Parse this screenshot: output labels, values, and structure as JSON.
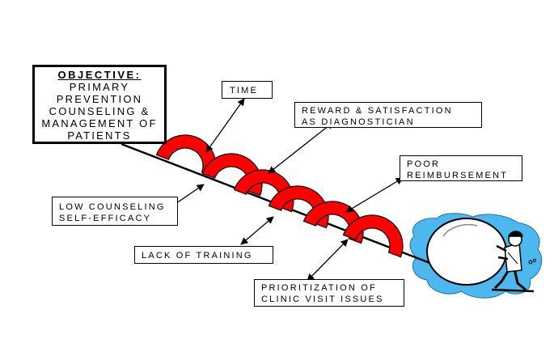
{
  "objective": {
    "title": "OBJECTIVE:",
    "lines": [
      "PRIMARY",
      "PREVENTION",
      "COUNSELING &",
      "MANAGEMENT OF",
      "PATIENTS"
    ]
  },
  "labels": {
    "time": [
      "TIME"
    ],
    "reward": [
      "REWARD & SATISFACTION",
      "AS DIAGNOSTICIAN"
    ],
    "reimbursement": [
      "POOR",
      "REIMBURSEMENT"
    ],
    "self_efficacy": [
      "LOW COUNSELING",
      "SELF-EFFICACY"
    ],
    "training": [
      "LACK OF TRAINING"
    ],
    "prioritization": [
      "PRIORITIZATION OF",
      "CLINIC VISIT ISSUES"
    ]
  },
  "colors": {
    "hurdle": "#ff0000",
    "water": "#4db8ee",
    "line": "#000000"
  },
  "icons": {
    "boulder": "boulder-icon",
    "pusher": "person-pushing-icon"
  }
}
